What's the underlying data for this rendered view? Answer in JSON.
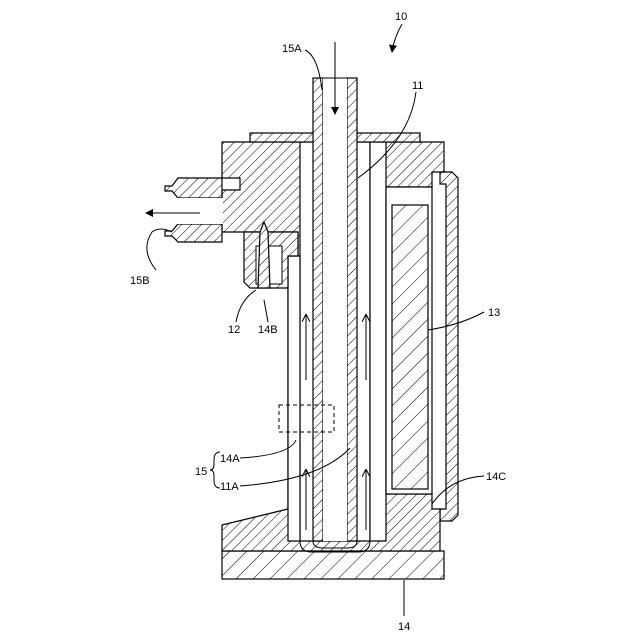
{
  "figure": {
    "labels": {
      "ref_10": "10",
      "ref_11": "11",
      "ref_11A": "11A",
      "ref_12": "12",
      "ref_13": "13",
      "ref_14": "14",
      "ref_14A": "14A",
      "ref_14B": "14B",
      "ref_14C": "14C",
      "ref_15": "15",
      "ref_15A": "15A",
      "ref_15B": "15B"
    },
    "colors": {
      "line": "#000000",
      "background": "#ffffff"
    }
  }
}
